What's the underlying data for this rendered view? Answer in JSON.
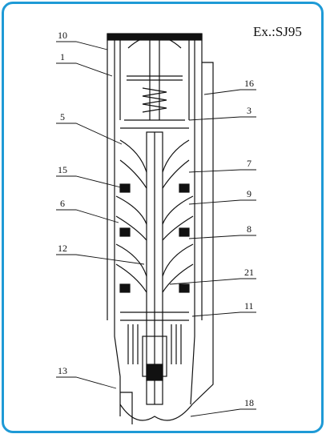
{
  "title": "Ex.:SJ95",
  "labels": {
    "l10": "10",
    "l1": "1",
    "l5": "5",
    "l15": "15",
    "l6": "6",
    "l12": "12",
    "l13": "13",
    "l16": "16",
    "l3": "3",
    "l7": "7",
    "l9": "9",
    "l8": "8",
    "l21": "21",
    "l11": "11",
    "l18": "18"
  },
  "colors": {
    "frame": "#1e9ad6",
    "line": "#111111"
  }
}
